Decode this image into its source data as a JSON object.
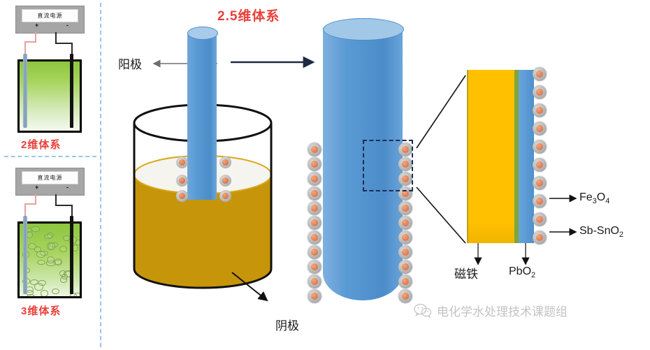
{
  "diagram": {
    "title_center": "2.5维体系",
    "watermark": {
      "icon": "wechat-icon",
      "text": "电化学水处理技术课题组"
    }
  },
  "left_panel": {
    "two_d": {
      "psu_label": "直流电源",
      "terminal_positive": "+",
      "terminal_negative": "-",
      "system_label": "2维体系",
      "anode_color": "#8ea9c0",
      "cathode_color": "#111111",
      "solution_color": "#8dc63f"
    },
    "three_d": {
      "psu_label": "直流电源",
      "terminal_positive": "+",
      "terminal_negative": "-",
      "system_label": "3维体系",
      "anode_color": "#8ea9c0",
      "cathode_color": "#111111",
      "solution_color": "#8dc63f",
      "particle_count": 40
    }
  },
  "center_panel": {
    "anode_label": "阳极",
    "cathode_label": "阴极",
    "electrolyte_color": "#c79509",
    "electrode_color": "#5b9bd5",
    "beaker_outline_color": "#111111",
    "bead_count_visible": 6
  },
  "right_panel": {
    "magnified_beads": 10,
    "callouts": [
      {
        "label": "Fe3O4",
        "formula_html": "Fe<sub>3</sub>O<sub>4</sub>"
      },
      {
        "label": "Sb-SnO2",
        "formula_html": "Sb-SnO<sub>2</sub>"
      }
    ],
    "layers": [
      {
        "name": "磁铁",
        "color": "#ffc000"
      },
      {
        "name": "PbO2",
        "formula_html": "PbO<sub>2</sub>",
        "color": "#5b9bd5"
      }
    ],
    "dashed_box": true
  },
  "colors": {
    "accent_red": "#e8403a",
    "blue_electrode": "#5b9bd5",
    "gold_liquid": "#c79509",
    "yellow_layer": "#ffc000",
    "green_solution": "#8dc63f",
    "divider_blue": "#9fc5e8"
  }
}
